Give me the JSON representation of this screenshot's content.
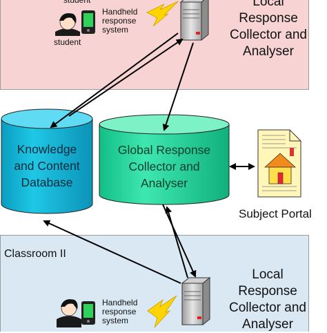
{
  "top_panel": {
    "cut_label": "student",
    "student_label": "student",
    "handheld_label_lines": [
      "Handheld",
      "response",
      "system"
    ],
    "collector_lines": [
      "Local",
      "Response",
      "Collector and",
      "Analyser"
    ]
  },
  "bottom_panel": {
    "title": "Classroom II",
    "handheld_label_lines": [
      "Handheld",
      "response",
      "system"
    ],
    "collector_lines": [
      "Local",
      "Response",
      "Collector and",
      "Analyser"
    ]
  },
  "knowledge_db": {
    "lines": [
      "Knowledge",
      "and Content",
      "Database"
    ]
  },
  "global_collector": {
    "lines": [
      "Global Response",
      "Collector and",
      "Analyser"
    ]
  },
  "subject_portal": {
    "label": "Subject Portal"
  },
  "colors": {
    "top_panel_bg": "#f7d3d3",
    "bottom_panel_bg": "#d9e8f3",
    "knowledge_db_fill": "#12b5d6",
    "global_collector_fill": "#19d69c",
    "lightning": "#ffd400",
    "portal_doc": "#fff6b8"
  }
}
